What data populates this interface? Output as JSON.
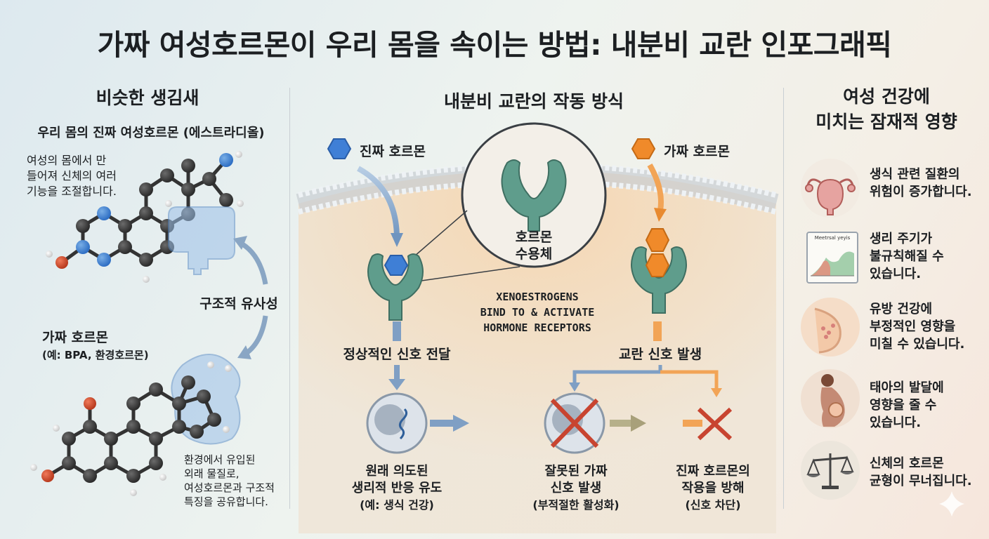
{
  "title": "가짜 여성호르몬이 우리 몸을 속이는 방법: 내분비 교란 인포그래픽",
  "left": {
    "heading": "비슷한 생김새",
    "real_label": "우리 몸의 진짜 여성호르몬 (에스트라디올)",
    "real_desc": [
      "여성의 몸에서 만",
      "들어져 신체의 여러",
      "기능을 조절합니다."
    ],
    "similarity": "구조적 유사성",
    "fake_label": "가짜 호르몬",
    "fake_example": "(예: BPA, 환경호르몬)",
    "fake_desc": [
      "환경에서 유입된",
      "외래 물질로,",
      "여성호르몬과 구조적",
      "특징을 공유합니다."
    ]
  },
  "center": {
    "heading": "내분비 교란의 작동 방식",
    "real_hormone": "진짜 호르몬",
    "fake_hormone": "가짜 호르몬",
    "receptor": [
      "호르몬",
      "수용체"
    ],
    "xeno": [
      "XENOESTROGENS",
      "BIND TO & ACTIVATE",
      "HORMONE RECEPTORS"
    ],
    "normal_signal": "정상적인 신호 전달",
    "disrupt_signal": "교란 신호 발생",
    "outcome1": [
      "원래 의도된",
      "생리적 반응 유도",
      "(예: 생식 건강)"
    ],
    "outcome2": [
      "잘못된 가짜",
      "신호 발생",
      "(부적절한 활성화)"
    ],
    "outcome3": [
      "진짜 호르몬의",
      "작용을 방해",
      "(신호 차단)"
    ]
  },
  "right": {
    "heading": [
      "여성 건강에",
      "미치는 잠재적 영향"
    ],
    "items": [
      {
        "icon": "uterus-icon",
        "text": [
          "생식 관련 질환의",
          "위험이 증가합니다."
        ]
      },
      {
        "icon": "menstrual-chart-icon",
        "chart_title": "Meetrsal yeyis",
        "text": [
          "생리 주기가",
          "불규칙해질 수",
          "있습니다."
        ]
      },
      {
        "icon": "breast-icon",
        "text": [
          "유방 건강에",
          "부정적인 영향을",
          "미칠 수 있습니다."
        ]
      },
      {
        "icon": "pregnancy-icon",
        "text": [
          "태아의 발달에",
          "영향을 줄 수",
          "있습니다."
        ]
      },
      {
        "icon": "scale-icon",
        "text": [
          "신체의 호르몬",
          "균형이 무너집니다."
        ]
      }
    ]
  },
  "colors": {
    "real": "#3f7fd6",
    "fake": "#f08a2a",
    "receptor": "#5a9a8a",
    "cross": "#c84430"
  }
}
